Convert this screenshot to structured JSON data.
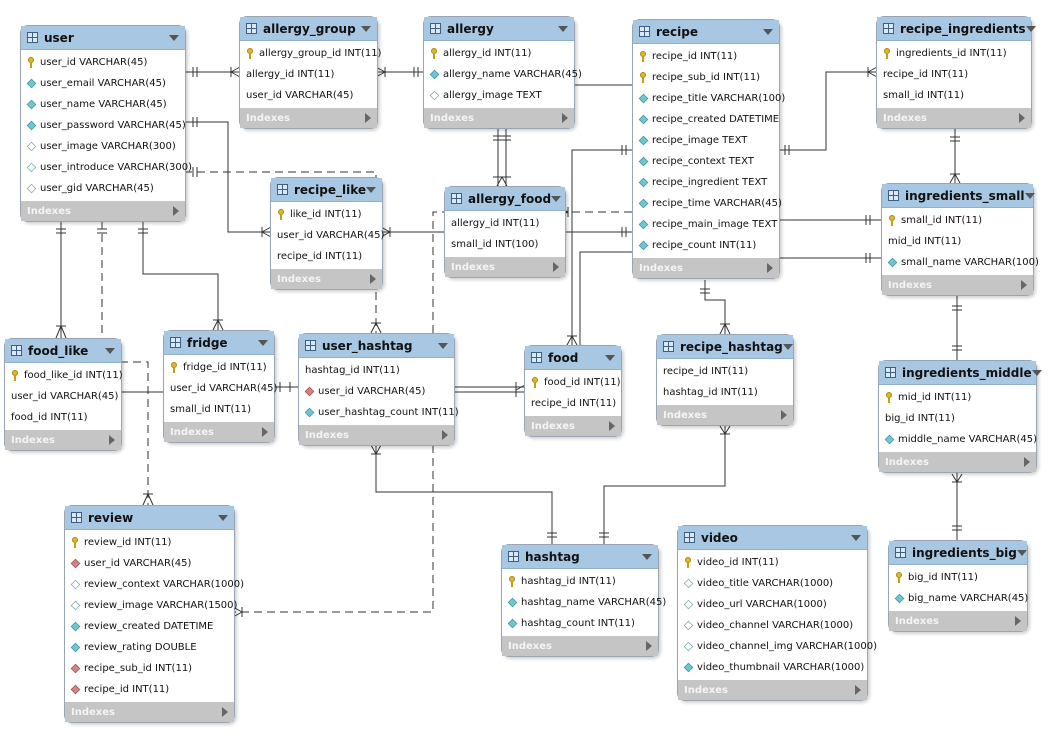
{
  "footer_label": "Indexes",
  "colors": {
    "header": "#a8c7e2",
    "footer": "#c5c5c5",
    "line": "#333333"
  },
  "tables": {
    "user": {
      "title": "user",
      "columns": [
        {
          "name": "user_id VARCHAR(45)",
          "key": "pk"
        },
        {
          "name": "user_email VARCHAR(45)",
          "key": "nn"
        },
        {
          "name": "user_name VARCHAR(45)",
          "key": "nn"
        },
        {
          "name": "user_password VARCHAR(45)",
          "key": "nn"
        },
        {
          "name": "user_image VARCHAR(300)",
          "key": "col"
        },
        {
          "name": "user_introduce VARCHAR(300)",
          "key": "col"
        },
        {
          "name": "user_gid VARCHAR(45)",
          "key": "col"
        }
      ]
    },
    "allergy_group": {
      "title": "allergy_group",
      "columns": [
        {
          "name": "allergy_group_id INT(11)",
          "key": "pk"
        },
        {
          "name": "allergy_id INT(11)",
          "key": "none"
        },
        {
          "name": "user_id VARCHAR(45)",
          "key": "none"
        }
      ]
    },
    "allergy": {
      "title": "allergy",
      "columns": [
        {
          "name": "allergy_id INT(11)",
          "key": "pk"
        },
        {
          "name": "allergy_name VARCHAR(45)",
          "key": "nn"
        },
        {
          "name": "allergy_image TEXT",
          "key": "col"
        }
      ]
    },
    "recipe": {
      "title": "recipe",
      "columns": [
        {
          "name": "recipe_id INT(11)",
          "key": "pk"
        },
        {
          "name": "recipe_sub_id INT(11)",
          "key": "pk"
        },
        {
          "name": "recipe_title VARCHAR(100)",
          "key": "nn"
        },
        {
          "name": "recipe_created DATETIME",
          "key": "nn"
        },
        {
          "name": "recipe_image TEXT",
          "key": "nn"
        },
        {
          "name": "recipe_context TEXT",
          "key": "nn"
        },
        {
          "name": "recipe_ingredient TEXT",
          "key": "nn"
        },
        {
          "name": "recipe_time VARCHAR(45)",
          "key": "nn"
        },
        {
          "name": "recipe_main_image TEXT",
          "key": "nn"
        },
        {
          "name": "recipe_count INT(11)",
          "key": "nn"
        }
      ]
    },
    "recipe_ingredients": {
      "title": "recipe_ingredients",
      "columns": [
        {
          "name": "ingredients_id INT(11)",
          "key": "pk"
        },
        {
          "name": "recipe_id INT(11)",
          "key": "none"
        },
        {
          "name": "small_id INT(11)",
          "key": "none"
        }
      ]
    },
    "recipe_like": {
      "title": "recipe_like",
      "columns": [
        {
          "name": "like_id INT(11)",
          "key": "pk"
        },
        {
          "name": "user_id VARCHAR(45)",
          "key": "none"
        },
        {
          "name": "recipe_id INT(11)",
          "key": "none"
        }
      ]
    },
    "allergy_food": {
      "title": "allergy_food",
      "columns": [
        {
          "name": "allergy_id INT(11)",
          "key": "none"
        },
        {
          "name": "small_id INT(100)",
          "key": "none"
        }
      ]
    },
    "ingredients_small": {
      "title": "ingredients_small",
      "columns": [
        {
          "name": "small_id INT(11)",
          "key": "pk"
        },
        {
          "name": "mid_id INT(11)",
          "key": "none"
        },
        {
          "name": "small_name VARCHAR(100)",
          "key": "nn"
        }
      ]
    },
    "food_like": {
      "title": "food_like",
      "columns": [
        {
          "name": "food_like_id INT(11)",
          "key": "pk"
        },
        {
          "name": "user_id VARCHAR(45)",
          "key": "none"
        },
        {
          "name": "food_id INT(11)",
          "key": "none"
        }
      ]
    },
    "fridge": {
      "title": "fridge",
      "columns": [
        {
          "name": "fridge_id INT(11)",
          "key": "pk"
        },
        {
          "name": "user_id VARCHAR(45)",
          "key": "none"
        },
        {
          "name": "small_id INT(11)",
          "key": "none"
        }
      ]
    },
    "user_hashtag": {
      "title": "user_hashtag",
      "columns": [
        {
          "name": "hashtag_id INT(11)",
          "key": "none"
        },
        {
          "name": "user_id VARCHAR(45)",
          "key": "fk"
        },
        {
          "name": "user_hashtag_count INT(11)",
          "key": "nn"
        }
      ]
    },
    "food": {
      "title": "food",
      "columns": [
        {
          "name": "food_id INT(11)",
          "key": "pk"
        },
        {
          "name": "recipe_id INT(11)",
          "key": "none"
        }
      ]
    },
    "recipe_hashtag": {
      "title": "recipe_hashtag",
      "columns": [
        {
          "name": "recipe_id INT(11)",
          "key": "none"
        },
        {
          "name": "hashtag_id INT(11)",
          "key": "none"
        }
      ]
    },
    "ingredients_middle": {
      "title": "ingredients_middle",
      "columns": [
        {
          "name": "mid_id INT(11)",
          "key": "pk"
        },
        {
          "name": "big_id INT(11)",
          "key": "none"
        },
        {
          "name": "middle_name VARCHAR(45)",
          "key": "nn"
        }
      ]
    },
    "review": {
      "title": "review",
      "columns": [
        {
          "name": "review_id INT(11)",
          "key": "pk"
        },
        {
          "name": "user_id VARCHAR(45)",
          "key": "fk"
        },
        {
          "name": "review_context VARCHAR(1000)",
          "key": "col"
        },
        {
          "name": "review_image VARCHAR(1500)",
          "key": "col"
        },
        {
          "name": "review_created DATETIME",
          "key": "nn"
        },
        {
          "name": "review_rating DOUBLE",
          "key": "nn"
        },
        {
          "name": "recipe_sub_id INT(11)",
          "key": "fk"
        },
        {
          "name": "recipe_id INT(11)",
          "key": "fk"
        }
      ]
    },
    "hashtag": {
      "title": "hashtag",
      "columns": [
        {
          "name": "hashtag_id INT(11)",
          "key": "pk"
        },
        {
          "name": "hashtag_name VARCHAR(45)",
          "key": "nn"
        },
        {
          "name": "hashtag_count INT(11)",
          "key": "nn"
        }
      ]
    },
    "video": {
      "title": "video",
      "columns": [
        {
          "name": "video_id INT(11)",
          "key": "pk"
        },
        {
          "name": "video_title VARCHAR(1000)",
          "key": "col"
        },
        {
          "name": "video_url VARCHAR(1000)",
          "key": "col"
        },
        {
          "name": "video_channel VARCHAR(1000)",
          "key": "col"
        },
        {
          "name": "video_channel_img VARCHAR(1000)",
          "key": "col"
        },
        {
          "name": "video_thumbnail VARCHAR(1000)",
          "key": "nn"
        }
      ]
    },
    "ingredients_big": {
      "title": "ingredients_big",
      "columns": [
        {
          "name": "big_id INT(11)",
          "key": "pk"
        },
        {
          "name": "big_name VARCHAR(45)",
          "key": "nn"
        }
      ]
    }
  }
}
